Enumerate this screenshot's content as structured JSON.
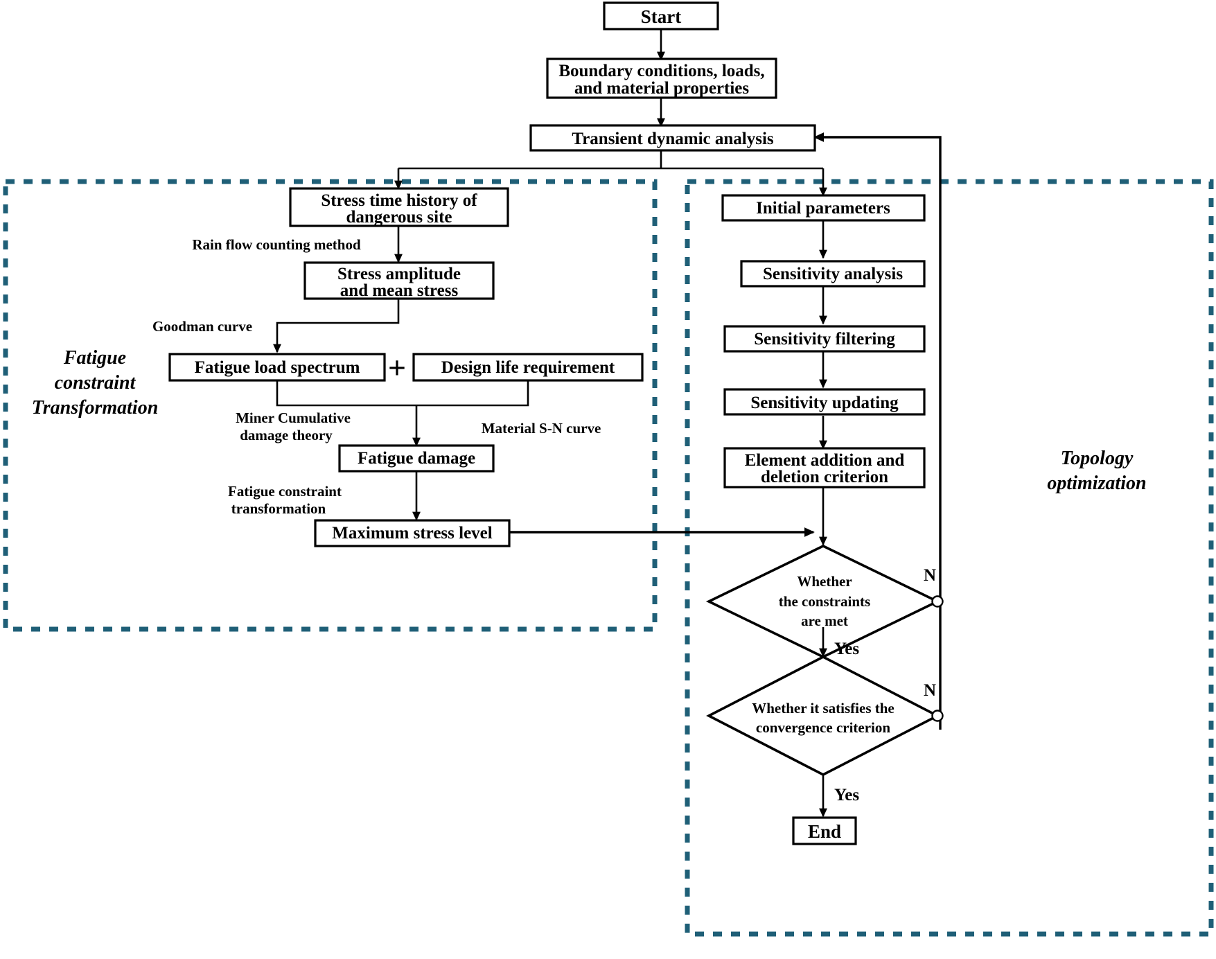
{
  "diagram": {
    "title_visible": false,
    "type": "flowchart",
    "colors": {
      "region_border": "#1f5f77",
      "node_stroke": "#000000",
      "node_fill": "#ffffff",
      "text": "#000000"
    },
    "nodes": {
      "start": "Start",
      "boundary_conditions": "Boundary conditions, loads,\nand material properties",
      "boundary_conditions_line1": "Boundary conditions, loads,",
      "boundary_conditions_line2": "and material properties",
      "transient": "Transient dynamic analysis",
      "stress_time_history_line1": "Stress time history of",
      "stress_time_history_line2": "dangerous site",
      "stress_amplitude_line1": "Stress amplitude",
      "stress_amplitude_line2": "and mean stress",
      "fatigue_load_spectrum": "Fatigue load spectrum",
      "design_life_requirement": "Design life requirement",
      "plus_operator": "+",
      "fatigue_damage": "Fatigue damage",
      "maximum_stress_level": "Maximum stress level",
      "initial_parameters": "Initial parameters",
      "sensitivity_analysis": "Sensitivity analysis",
      "sensitivity_filtering": "Sensitivity filtering",
      "sensitivity_updating": "Sensitivity updating",
      "element_criterion_line1": "Element addition and",
      "element_criterion_line2": "deletion criterion",
      "end": "End"
    },
    "decisions": {
      "constraints": {
        "line1": "Whether",
        "line2": "the constraints",
        "line3": "are met",
        "no_label": "N",
        "yes_label": "Yes"
      },
      "convergence": {
        "line1": "Whether it satisfies the",
        "line2": "convergence criterion",
        "no_label": "N",
        "yes_label": "Yes"
      }
    },
    "edge_labels": {
      "rain_flow": "Rain flow counting method",
      "goodman": "Goodman curve",
      "miner_line1": "Miner Cumulative",
      "miner_line2": "damage theory",
      "material_sn": "Material S-N curve",
      "fatigue_constraint_line1": "Fatigue constraint",
      "fatigue_constraint_line2": "transformation"
    },
    "regions": {
      "left": {
        "label_line1": "Fatigue",
        "label_line2": "constraint",
        "label_line3": "Transformation"
      },
      "right": {
        "label_line1": "Topology",
        "label_line2": "optimization"
      }
    }
  }
}
